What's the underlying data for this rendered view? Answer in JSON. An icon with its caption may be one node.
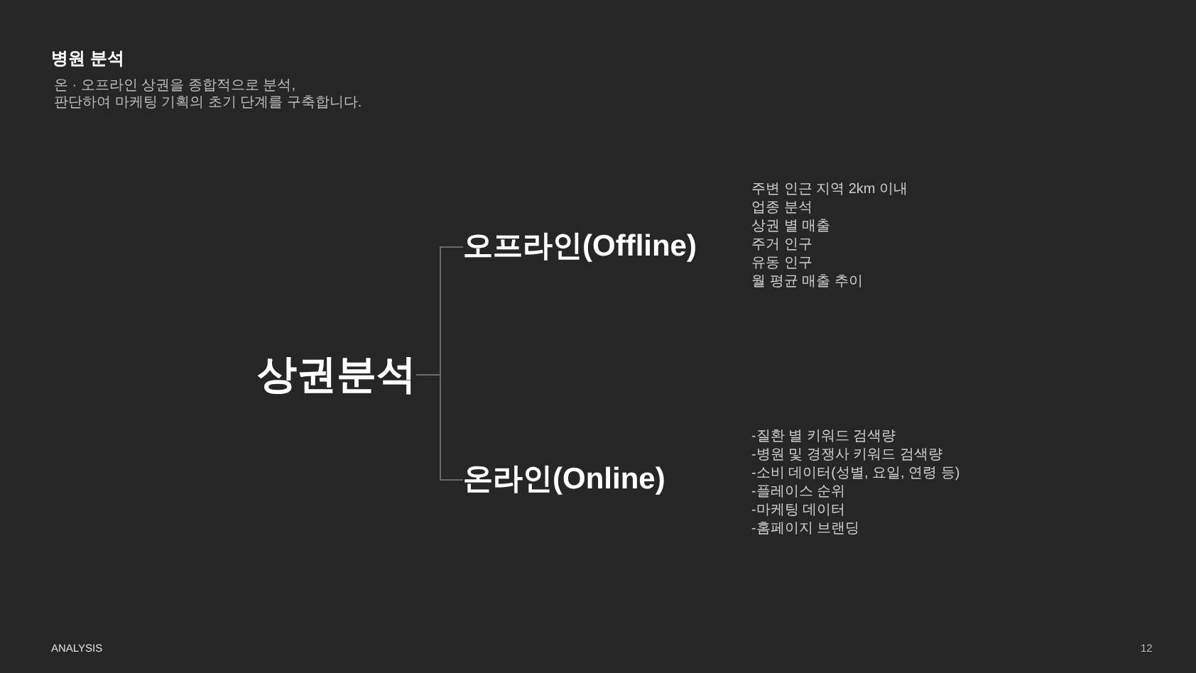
{
  "diagram": {
    "title": "병원 분석",
    "nodes": [
      {
        "text": [
          "상권분석"
        ]
      },
      {
        "text": [
          "오프라인(Offline)"
        ],
        "beside": [
          "주변 인근 지역 2km 이내",
          "업종 분석",
          "상권 별 매출",
          "주거 인구",
          "유동 인구",
          "월 평균 매출 추이"
        ]
      },
      {
        "text": [
          "온라인(Online)"
        ],
        "beside": [
          "-질환 별 키워드 검색량",
          "-병원 및 경쟁사 키워드 검색량",
          "-소비 데이터(성별, 요일, 연령 등)",
          "-플레이스 순위",
          "-마케팅 데이터",
          "-홈페이지 브랜딩"
        ]
      }
    ],
    "edges": [
      {
        "from": 0,
        "to": 1,
        "arrow": "none"
      },
      {
        "from": 0,
        "to": 2,
        "arrow": "none"
      }
    ],
    "labels": [
      "온 · 오프라인 상권을 종합적으로 분석, 판단하여 마케팅 기획의 초기 단계를 구축합니다.",
      "ANALYSIS",
      "12"
    ]
  }
}
